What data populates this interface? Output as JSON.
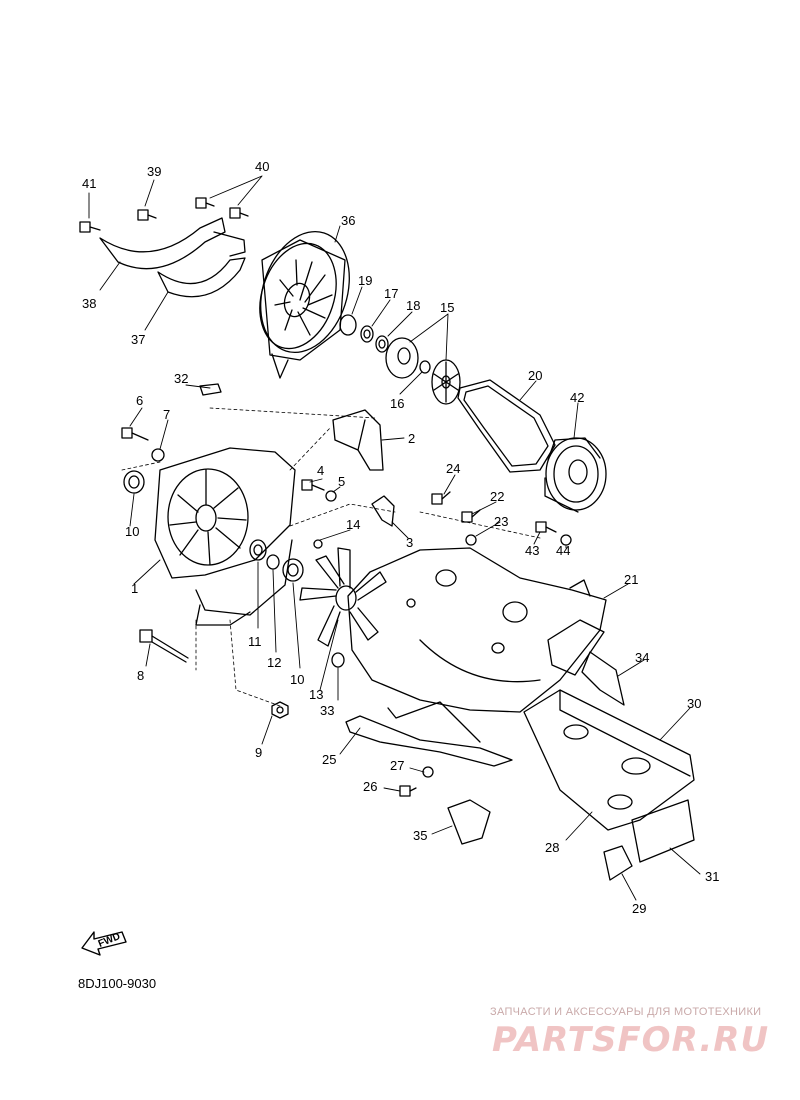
{
  "diagram": {
    "catalog_code": "8DJ100-9030",
    "fwd_label": "FWD",
    "watermark": {
      "caption": "ЗАПЧАСТИ И АКСЕССУАРЫ ДЛЯ МОТОТЕХНИКИ",
      "logo": "PARTSFOR.RU"
    },
    "callouts": {
      "c41": "41",
      "c39": "39",
      "c40": "40",
      "c36": "36",
      "c38": "38",
      "c37": "37",
      "c19": "19",
      "c17": "17",
      "c18": "18",
      "c15": "15",
      "c16": "16",
      "c20": "20",
      "c42": "42",
      "c32": "32",
      "c6": "6",
      "c7": "7",
      "c2": "2",
      "c10a": "10",
      "c4": "4",
      "c5": "5",
      "c24": "24",
      "c22": "22",
      "c23": "23",
      "c43": "43",
      "c44": "44",
      "c14": "14",
      "c3": "3",
      "c1": "1",
      "c21": "21",
      "c11": "11",
      "c12": "12",
      "c10b": "10",
      "c34": "34",
      "c8": "8",
      "c13": "13",
      "c33": "33",
      "c30": "30",
      "c9": "9",
      "c25": "25",
      "c27": "27",
      "c26": "26",
      "c35": "35",
      "c28": "28",
      "c31": "31",
      "c29": "29"
    }
  }
}
